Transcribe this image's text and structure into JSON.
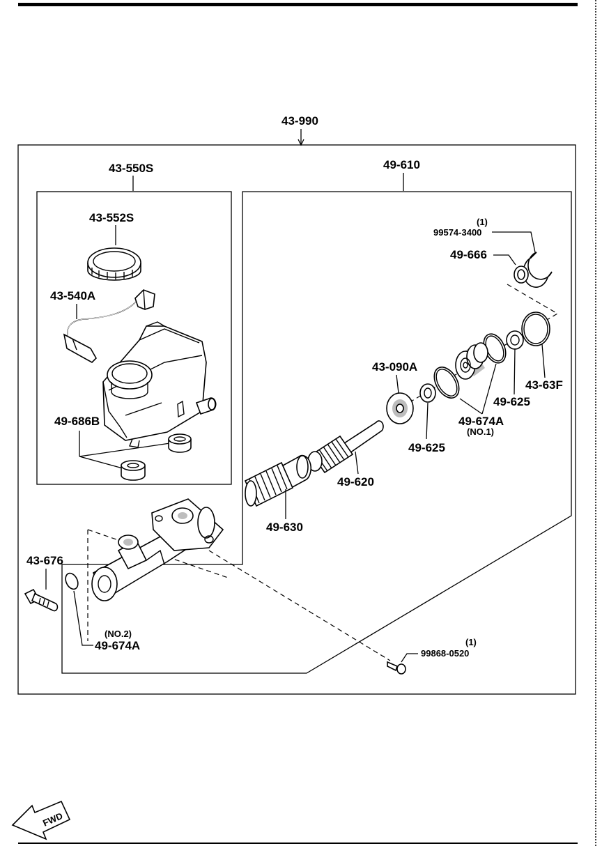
{
  "assembly": {
    "label": "43-990"
  },
  "reservoir_assembly": {
    "label": "43-550S",
    "cap_label": "43-552S",
    "sensor_label": "43-540A",
    "grommet_label": "49-686B"
  },
  "piston_kit": {
    "label": "49-610",
    "snap_ring_qty": "(1)",
    "snap_ring_label": "99574-3400",
    "washer_label": "49-666",
    "oring_label": "43-63F",
    "cup_right_label": "49-625",
    "seal_label": "49-674A",
    "seal_note": "(NO.1)",
    "stop_label": "43-090A",
    "cup_left_label": "49-625",
    "primary_piston_label": "49-620",
    "secondary_piston_label": "49-630"
  },
  "body_parts": {
    "bolt_label": "43-676",
    "lower_seal_note": "(NO.2)",
    "lower_seal_label": "49-674A",
    "screw_qty": "(1)",
    "screw_label": "99868-0520"
  },
  "fwd_marker": {
    "text": "FWD"
  }
}
